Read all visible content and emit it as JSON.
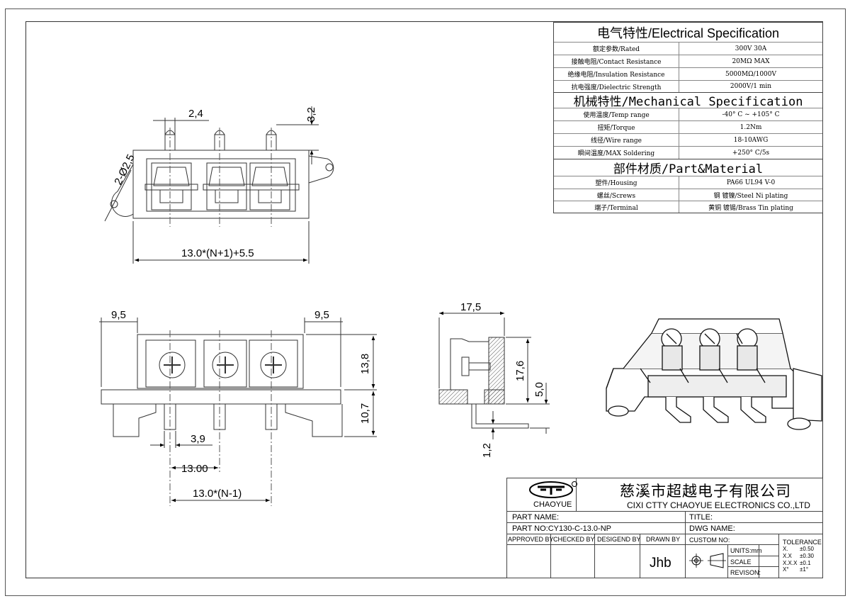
{
  "electrical": {
    "title": "电气特性/Electrical Specification",
    "rows": [
      {
        "label": "额定参数/Rated",
        "value": "300V  30A"
      },
      {
        "label": "接触电阻/Contact Resistance",
        "value": "20MΩ MAX"
      },
      {
        "label": "绝缘电阻/Insulation Resistance",
        "value": "5000MΩ/1000V"
      },
      {
        "label": "抗电强度/Dielectric Strength",
        "value": "2000V/1 min"
      }
    ]
  },
  "mechanical": {
    "title": "机械特性/Mechanical Specification",
    "rows": [
      {
        "label": "使用温度/Temp range",
        "value": "-40° C ~ +105° C"
      },
      {
        "label": "扭矩/Torque",
        "value": "1.2Nm"
      },
      {
        "label": "线径/Wire range",
        "value": "18-10AWG"
      },
      {
        "label": "瞬间温度/MAX Soldering",
        "value": "+250° C/5s"
      }
    ]
  },
  "material": {
    "title": "部件材质/Part&Material",
    "rows": [
      {
        "label": "塑件/Housing",
        "value": "PA66 UL94 V-0"
      },
      {
        "label": "螺丝/Screws",
        "value": "钢 镀镍/Steel Ni plating"
      },
      {
        "label": "端子/Terminal",
        "value": "黄铜 镀锡/Brass Tin  plating"
      }
    ]
  },
  "dimensions": {
    "top_pin_width": "2,4",
    "top_pin_height": "3,2",
    "mount_hole": "2-Ø2,5",
    "top_overall": "13.0*(N+1)+5.5",
    "front_left_edge": "9,5",
    "front_right_edge": "9,5",
    "front_height_upper": "13,8",
    "front_height_lower": "10,7",
    "pin_width": "3,9",
    "pitch": "13.00",
    "pitch_span": "13.0*(N-1)",
    "side_depth": "17,5",
    "side_height": "17,6",
    "side_low": "5,0",
    "side_pin": "1,2"
  },
  "title_block": {
    "logo_text": "CHAOYUE",
    "company_cn": "慈溪市超越电子有限公司",
    "company_en": "CIXI CTTY CHAOYUE ELECTRONICS CO.,LTD",
    "part_name_label": "PART NAME:",
    "title_label": "TITLE:",
    "part_no": "PART NO:CY130-C-13.0-NP",
    "dwg_name_label": "DWG NAME:",
    "approved_by": "APPROVED BY",
    "checked_by": "CHECKED BY",
    "designed_by": "DESIGEND BY",
    "drawn_by": "DRAWN BY",
    "drawn_by_value": "Jhb",
    "custom_no": "CUSTOM NO:",
    "units": "UNITS:mm",
    "scale": "SCALE",
    "revision": "REVISON:",
    "tolerance_label": "TOLERANCE",
    "tolerances": [
      {
        "k": "X.",
        "v": "±0.50"
      },
      {
        "k": "X.X",
        "v": "±0.30"
      },
      {
        "k": "X.X.X",
        "v": "±0.1"
      },
      {
        "k": "X°",
        "v": "±1°"
      }
    ]
  }
}
